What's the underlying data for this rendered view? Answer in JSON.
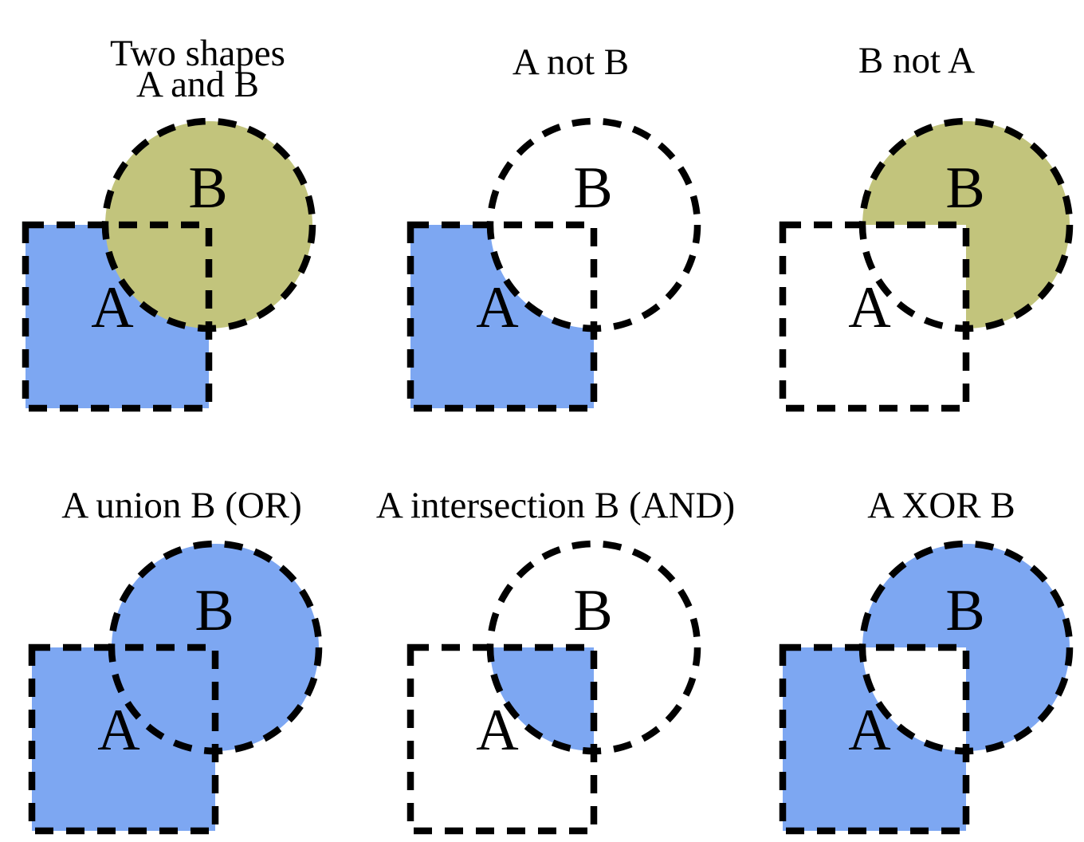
{
  "figure": {
    "background": "#ffffff",
    "colors": {
      "shape_a_fill": "#7da7f2",
      "shape_b_fill": "#c2c47c",
      "outline": "#000000"
    },
    "shape_labels": {
      "a": "A",
      "b": "B"
    },
    "panels": {
      "two_shapes": {
        "title_line1": "Two shapes",
        "title_line2": "A and B"
      },
      "a_not_b": {
        "title": "A not B"
      },
      "b_not_a": {
        "title": "B not A"
      },
      "union": {
        "title": "A union B (OR)"
      },
      "intersection": {
        "title": "A intersection B (AND)"
      },
      "xor": {
        "title": "A XOR B"
      }
    }
  }
}
